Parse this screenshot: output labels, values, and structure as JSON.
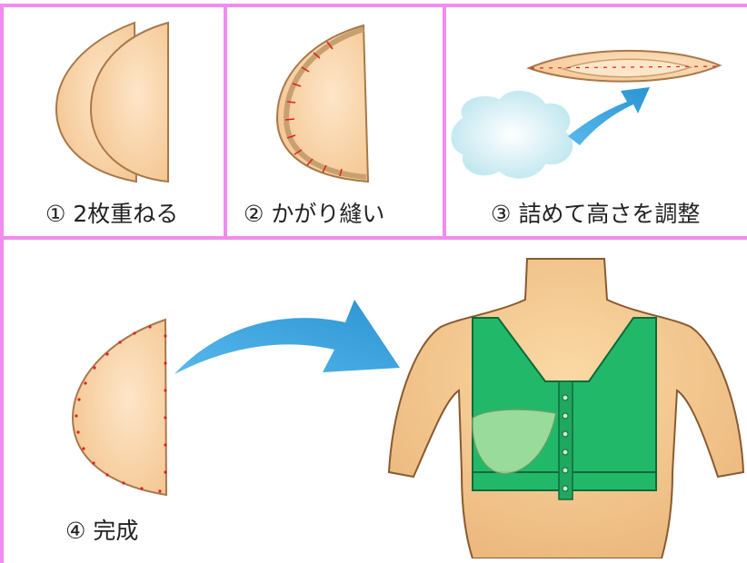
{
  "steps": [
    {
      "label": "① 2枚重ねる"
    },
    {
      "label": "② かがり縫い"
    },
    {
      "label": "③ 詰めて高さを調整"
    },
    {
      "label": "④ 完成"
    }
  ],
  "colors": {
    "panel_border": "#f08cf0",
    "pad_fill": "#fbd9b0",
    "pad_edge": "#c8a070",
    "stitch": "#e02020",
    "arrow": "#2e9ad6",
    "bra": "#22b86a",
    "skin": "#f5c98a"
  }
}
